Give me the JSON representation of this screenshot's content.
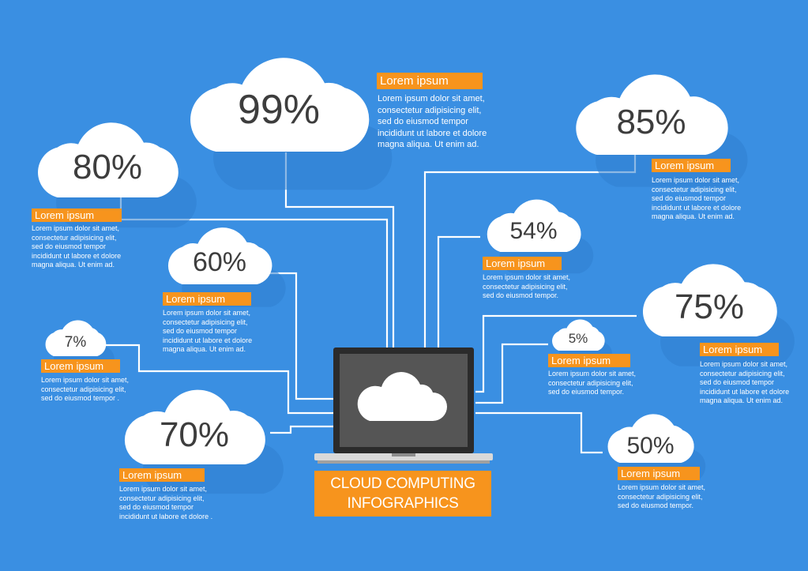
{
  "title": [
    "CLOUD COMPUTING",
    "INFOGRAPHICS"
  ],
  "colors": {
    "background": "#3a8fe2",
    "accent": "#f7941d",
    "cloud": "#ffffff",
    "connector": "#ffffff"
  },
  "laptop_icon": "cloud-icon",
  "clouds": [
    {
      "id": "99",
      "value": "99%",
      "label": "Lorem ipsum",
      "text": "Lorem ipsum dolor sit amet,\nconsectetur adipisicing elit,\nsed do eiusmod tempor\nincididunt ut labore et dolore\nmagna aliqua. Ut enim ad."
    },
    {
      "id": "80",
      "value": "80%",
      "label": "Lorem ipsum",
      "text": "Lorem ipsum dolor sit amet,\nconsectetur adipisicing elit,\nsed do eiusmod tempor\nincididunt ut labore et dolore\nmagna aliqua. Ut enim ad."
    },
    {
      "id": "85",
      "value": "85%",
      "label": "Lorem ipsum",
      "text": "Lorem ipsum dolor sit amet,\nconsectetur adipisicing elit,\nsed do eiusmod tempor\nincididunt ut labore et dolore\nmagna aliqua. Ut enim ad."
    },
    {
      "id": "54",
      "value": "54%",
      "label": "Lorem ipsum",
      "text": "Lorem ipsum dolor sit amet,\nconsectetur adipisicing elit,\nsed do eiusmod tempor."
    },
    {
      "id": "60",
      "value": "60%",
      "label": "Lorem ipsum",
      "text": "Lorem ipsum dolor sit amet,\nconsectetur adipisicing elit,\nsed do eiusmod tempor\nincididunt ut labore et dolore\nmagna aliqua. Ut enim ad."
    },
    {
      "id": "7",
      "value": "7%",
      "label": "Lorem ipsum",
      "text": "Lorem ipsum dolor sit amet,\nconsectetur adipisicing elit,\nsed do eiusmod tempor ."
    },
    {
      "id": "75",
      "value": "75%",
      "label": "Lorem ipsum",
      "text": "Lorem ipsum dolor sit amet,\nconsectetur adipisicing elit,\nsed do eiusmod tempor\nincididunt ut labore et dolore\nmagna aliqua. Ut enim ad."
    },
    {
      "id": "5",
      "value": "5%",
      "label": "Lorem ipsum",
      "text": "Lorem ipsum dolor sit amet,\nconsectetur adipisicing elit,\nsed do eiusmod tempor."
    },
    {
      "id": "70",
      "value": "70%",
      "label": "Lorem ipsum",
      "text": "Lorem ipsum dolor sit amet,\nconsectetur adipisicing elit,\nsed do eiusmod tempor\nincididunt ut labore et dolore ."
    },
    {
      "id": "50",
      "value": "50%",
      "label": "Lorem ipsum",
      "text": "Lorem ipsum dolor sit amet,\nconsectetur adipisicing elit,\nsed do eiusmod tempor."
    }
  ]
}
